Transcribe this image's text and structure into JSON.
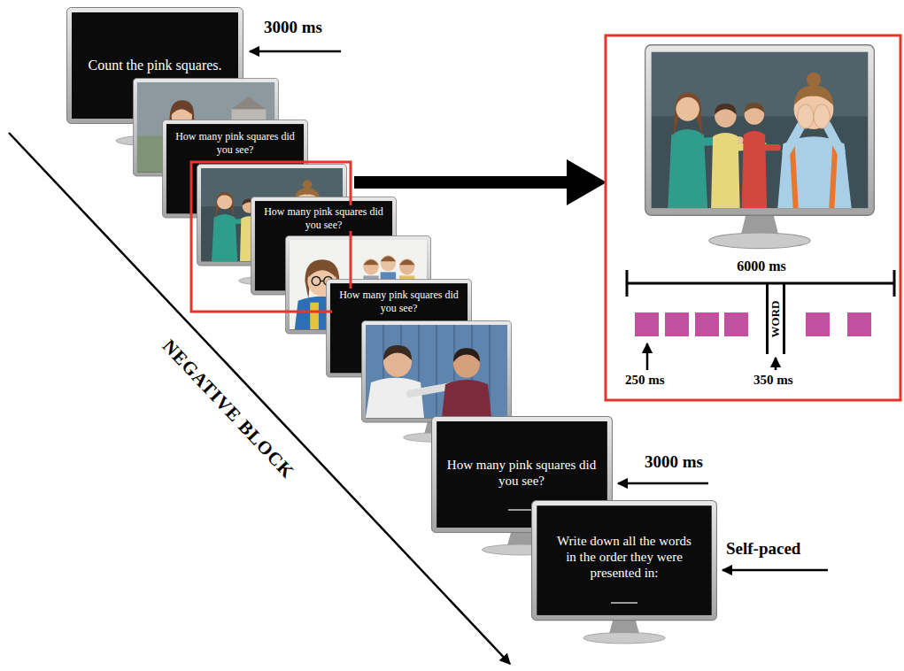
{
  "diagram": {
    "nodes": [
      {
        "text": [
          "Count the pink squares."
        ]
      },
      {
        "text": [
          "How many pink squares did you see?"
        ]
      },
      {
        "text": [
          "How many pink squares did you see?"
        ]
      },
      {
        "text": [
          "How many pink squares did you see?"
        ]
      },
      {
        "text": [
          "WORD"
        ]
      },
      {
        "text": [
          "How many pink squares did you see?"
        ]
      },
      {
        "text": [
          "Write down all the words in the order they were presented in:"
        ]
      }
    ],
    "labels": [
      "3000 ms",
      "NEGATIVE BLOCK",
      "6000 ms",
      "250 ms",
      "350 ms",
      "3000 ms",
      "Self-paced"
    ]
  }
}
